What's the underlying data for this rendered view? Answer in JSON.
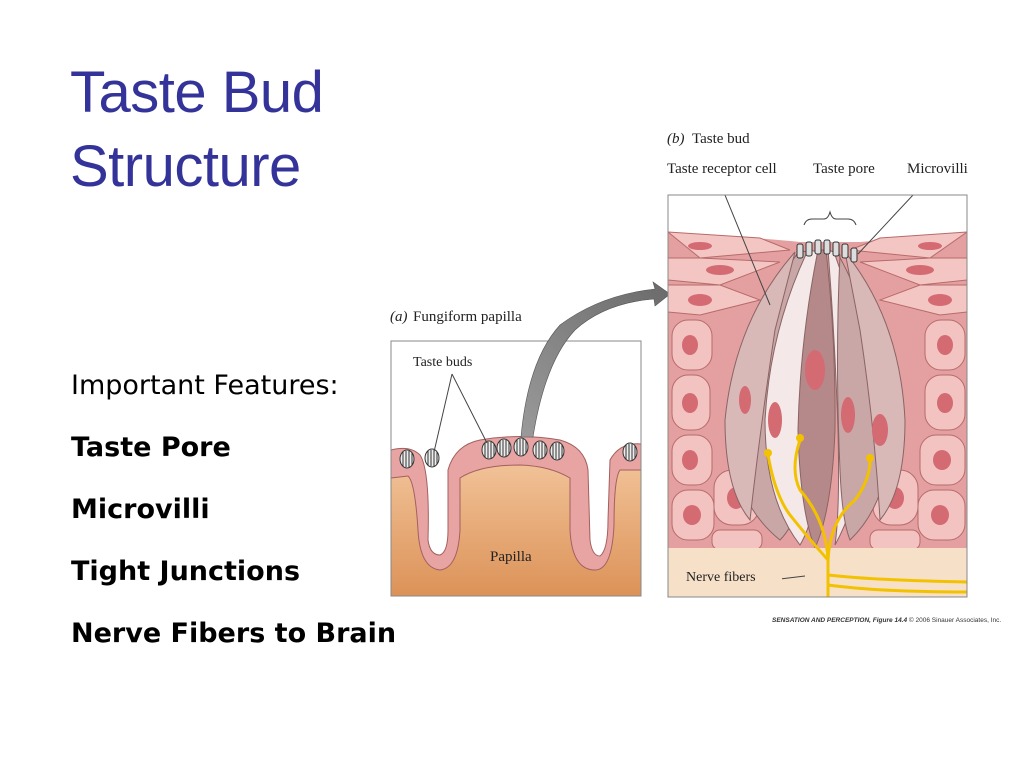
{
  "slide": {
    "title_line1": "Taste Bud",
    "title_line2": "Structure"
  },
  "features": {
    "intro": "Important Features:",
    "items": [
      "Taste Pore",
      "Microvilli",
      "Tight Junctions",
      "Nerve Fibers to Brain"
    ]
  },
  "figure": {
    "panel_a": {
      "letter": "(a)",
      "title": "Fungiform papilla",
      "label_taste_buds": "Taste buds",
      "label_papilla": "Papilla"
    },
    "panel_b": {
      "letter": "(b)",
      "title": "Taste bud",
      "label_receptor": "Taste receptor cell",
      "label_pore": "Taste pore",
      "label_microvilli": "Microvilli",
      "label_nerve": "Nerve fibers"
    },
    "credit_source": "SENSATION AND PERCEPTION,",
    "credit_figure": "Figure 14.4",
    "credit_copyright": "© 2006 Sinauer Associates, Inc."
  },
  "colors": {
    "title": "#33339a",
    "epithelium": "#e8a3a3",
    "cell_fill": "#f2c3c0",
    "nucleus": "#d46a72",
    "papilla_base": "#e7a874",
    "nerve": "#f2c200"
  }
}
